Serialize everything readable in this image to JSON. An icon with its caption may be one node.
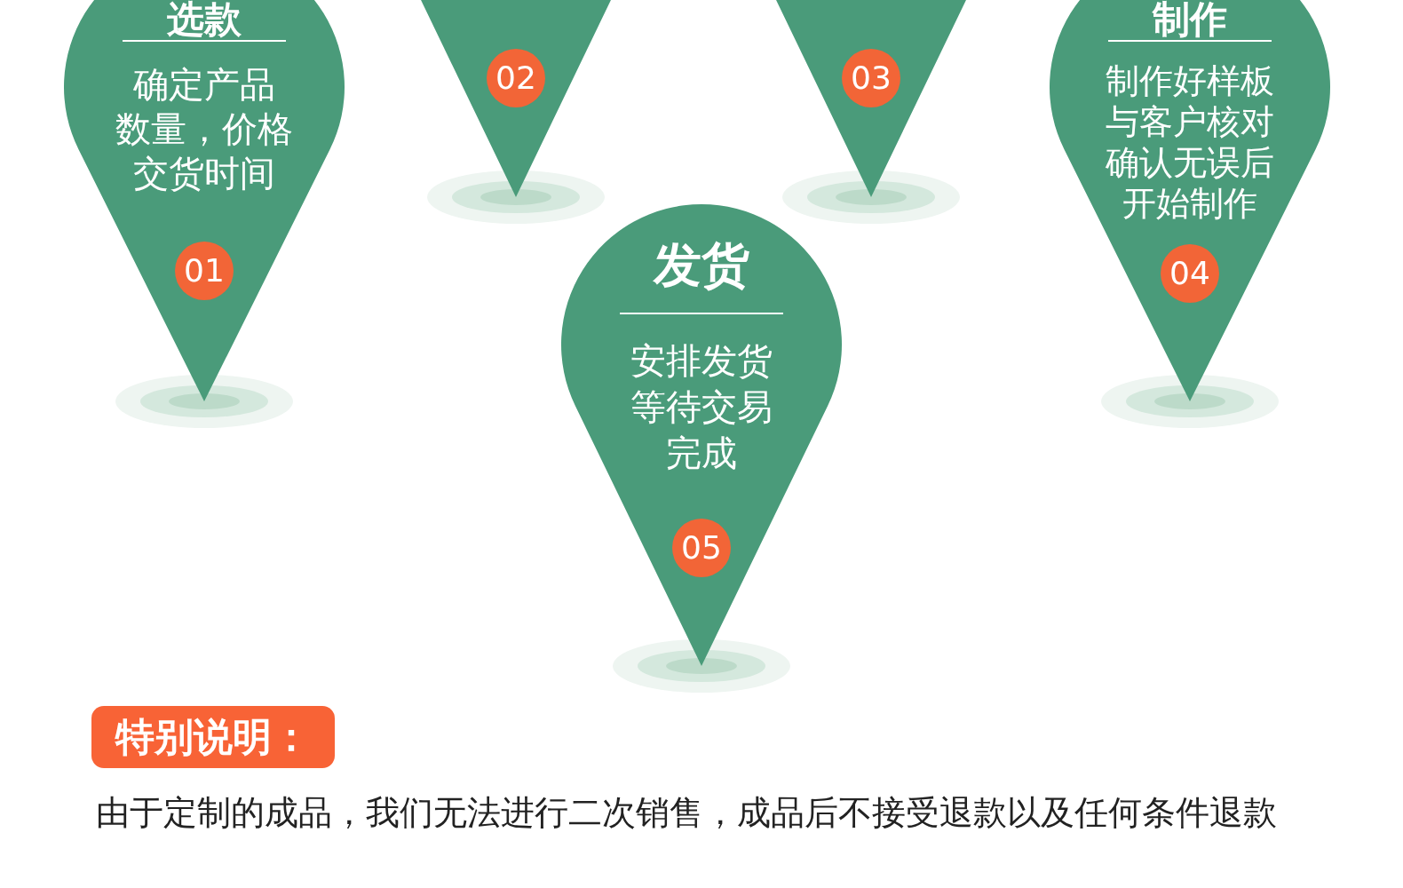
{
  "diagram": {
    "nodes": [
      {
        "text": [
          "选款",
          "确定产品数量，价格交货时间",
          "01"
        ]
      },
      {
        "text": [
          "02"
        ]
      },
      {
        "text": [
          "03"
        ]
      },
      {
        "text": [
          "制作",
          "制作好样板与客户核对确认无误后开始制作",
          "04"
        ]
      },
      {
        "text": [
          "发货",
          "安排发货等待交易完成",
          "05"
        ]
      },
      {
        "text": [
          "特别说明："
        ]
      }
    ],
    "labels": [
      "由于定制的成品，我们无法进行二次销售，成品后不接受退款以及任何条件退款"
    ]
  }
}
